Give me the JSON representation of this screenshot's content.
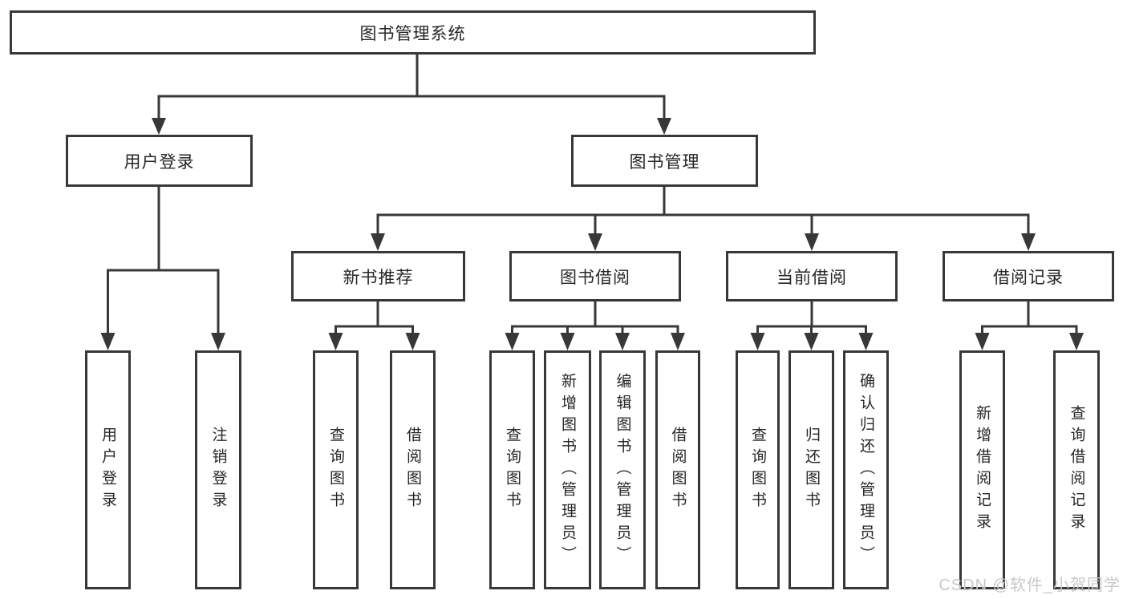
{
  "title": "图书管理系统",
  "level2": {
    "user_login": "用户登录",
    "book_management": "图书管理"
  },
  "level3": {
    "new_book_recommend": "新书推荐",
    "book_borrow": "图书借阅",
    "current_borrow": "当前借阅",
    "borrow_records": "借阅记录"
  },
  "leaves": {
    "user_login": [
      "用户登录",
      "注销登录"
    ],
    "new_book_recommend": [
      "查询图书",
      "借阅图书"
    ],
    "book_borrow": [
      "查询图书",
      "新增图书（管理员）",
      "编辑图书（管理员）",
      "借阅图书"
    ],
    "current_borrow": [
      "查询图书",
      "归还图书",
      "确认归还（管理员）"
    ],
    "borrow_records": [
      "新增借阅记录",
      "查询借阅记录"
    ]
  },
  "watermark": "CSDN @软件_小贺同学",
  "colors": {
    "line": "#383838",
    "box_border": "#383838",
    "text": "#262626",
    "watermark": "#c8c8c8",
    "background": "#ffffff"
  }
}
